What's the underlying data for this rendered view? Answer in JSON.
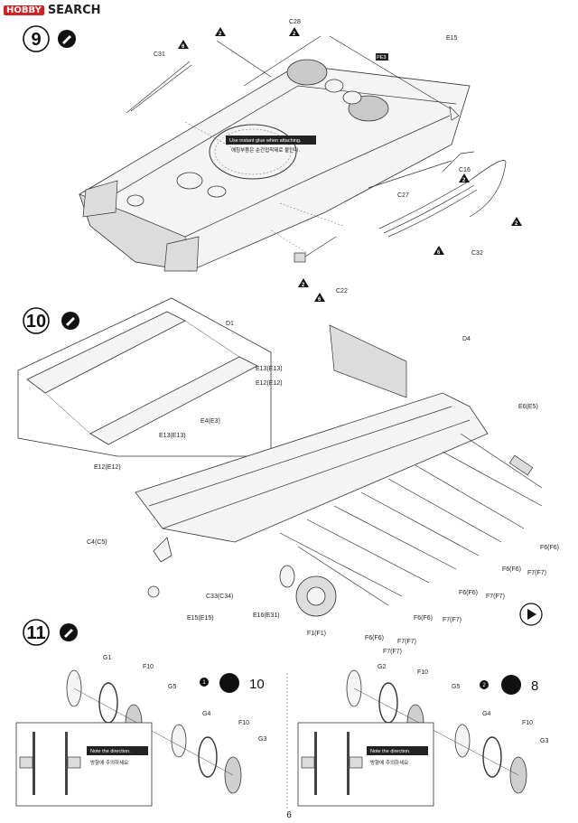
{
  "watermark": {
    "brand": "HOBBY",
    "text": "SEARCH"
  },
  "page_number": "6",
  "steps": [
    {
      "number": "9"
    },
    {
      "number": "10"
    },
    {
      "number": "11"
    }
  ],
  "step9": {
    "labels": [
      "C28",
      "C31",
      "E15",
      "PE3",
      "C16",
      "C27",
      "C32",
      "C22"
    ],
    "glue_note_en": "Use instant glue when attaching.",
    "glue_note_ko": "애칭부품은 순간접착제로 붙인다."
  },
  "step10": {
    "labels": [
      "D1",
      "E13(E13)",
      "E12(E12)",
      "E4(E3)",
      "E13(E13)",
      "E12(E12)",
      "D4",
      "E6(E5)",
      "C4(C5)",
      "C33(C34)",
      "E15(E15)",
      "E16(E31)",
      "F1(F1)",
      "F6(F6)",
      "F7(F7)",
      "F6(F6)",
      "F7(F7)",
      "F6(F6)",
      "F7(F7)",
      "F6(F6)",
      "F7(F7)",
      "F6(F6)",
      "F7(F7)"
    ]
  },
  "step11": {
    "left": {
      "labels": [
        "G1",
        "F10",
        "G5",
        "G4",
        "F10",
        "G3"
      ],
      "marker": "1",
      "quantity": "10"
    },
    "right": {
      "labels": [
        "G2",
        "F10",
        "G5",
        "G4",
        "F10",
        "G3"
      ],
      "marker": "2",
      "quantity": "8"
    },
    "note_en": "Note the direction.",
    "note_ko": "방향에 주의하세요"
  },
  "triangle_marker": "6",
  "triangle_marker_alt": "2"
}
